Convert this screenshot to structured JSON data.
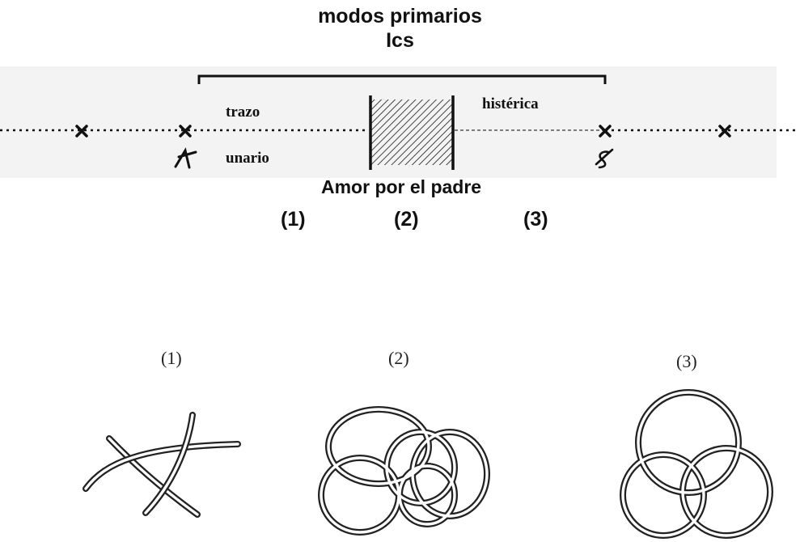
{
  "title": {
    "line1": "modos primarios",
    "line2": "Ics"
  },
  "line_labels": {
    "trazo": "trazo",
    "unario": "unario",
    "histerica": "histérica",
    "amor": "Amor por el padre"
  },
  "segments": [
    "(1)",
    "(2)",
    "(3)"
  ],
  "knots": [
    {
      "label": "(1)",
      "icon": "unknotted-strands-icon"
    },
    {
      "label": "(2)",
      "icon": "interlocked-rings-knot-icon"
    },
    {
      "label": "(3)",
      "icon": "borromean-rings-icon"
    }
  ],
  "colors": {
    "ink": "#111111",
    "band": "#f3f3f3"
  }
}
